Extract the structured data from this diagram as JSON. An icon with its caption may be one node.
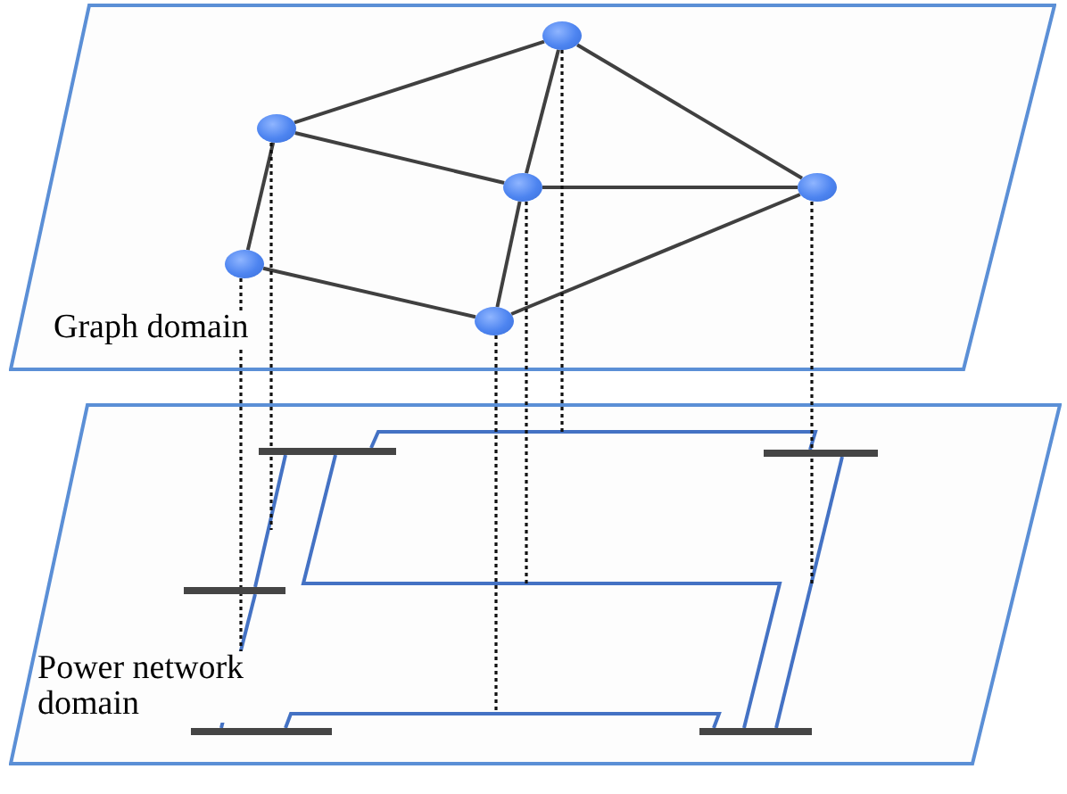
{
  "diagram": {
    "nodes": [
      {
        "text": [
          "Graph domain"
        ]
      },
      {
        "text": [
          "Power network domain"
        ]
      },
      {
        "text": [],
        "shape": "circle",
        "in": 0
      },
      {
        "text": [],
        "shape": "circle",
        "in": 0
      },
      {
        "text": [],
        "shape": "circle",
        "in": 0
      },
      {
        "text": [],
        "shape": "circle",
        "in": 0
      },
      {
        "text": [],
        "shape": "circle",
        "in": 0
      },
      {
        "text": [],
        "shape": "circle",
        "in": 0
      },
      {
        "text": [],
        "shape": "bar",
        "in": 1
      },
      {
        "text": [],
        "shape": "bar",
        "in": 1
      },
      {
        "text": [],
        "shape": "bar",
        "in": 1
      },
      {
        "text": [],
        "shape": "bar",
        "in": 1
      },
      {
        "text": [],
        "shape": "bar",
        "in": 1
      }
    ],
    "edges": [
      {
        "from": 2,
        "to": 3,
        "arrow": "none"
      },
      {
        "from": 2,
        "to": 4,
        "arrow": "none"
      },
      {
        "from": 2,
        "to": 5,
        "arrow": "none"
      },
      {
        "from": 3,
        "to": 4,
        "arrow": "none"
      },
      {
        "from": 3,
        "to": 6,
        "arrow": "none"
      },
      {
        "from": 4,
        "to": 5,
        "arrow": "none"
      },
      {
        "from": 4,
        "to": 7,
        "arrow": "none"
      },
      {
        "from": 6,
        "to": 7,
        "arrow": "none"
      },
      {
        "from": 7,
        "to": 5,
        "arrow": "none"
      },
      {
        "from": 8,
        "to": 9,
        "arrow": "none",
        "color": "#4472c4"
      },
      {
        "from": 8,
        "to": 10,
        "arrow": "none",
        "color": "#4472c4"
      },
      {
        "from": 10,
        "to": 11,
        "arrow": "none",
        "color": "#4472c4"
      },
      {
        "from": 8,
        "to": 12,
        "arrow": "none",
        "color": "#4472c4"
      },
      {
        "from": 11,
        "to": 12,
        "arrow": "none",
        "color": "#4472c4"
      },
      {
        "from": 9,
        "to": 12,
        "arrow": "none",
        "color": "#4472c4"
      },
      {
        "from": 2,
        "to": null,
        "arrow": "none",
        "style": "dashed"
      },
      {
        "from": 3,
        "to": null,
        "arrow": "none",
        "style": "dashed"
      },
      {
        "from": 4,
        "to": null,
        "arrow": "none",
        "style": "dashed"
      },
      {
        "from": 5,
        "to": null,
        "arrow": "none",
        "style": "dashed"
      },
      {
        "from": 6,
        "to": null,
        "arrow": "none",
        "style": "dashed"
      },
      {
        "from": 7,
        "to": null,
        "arrow": "none",
        "style": "dashed"
      }
    ]
  }
}
